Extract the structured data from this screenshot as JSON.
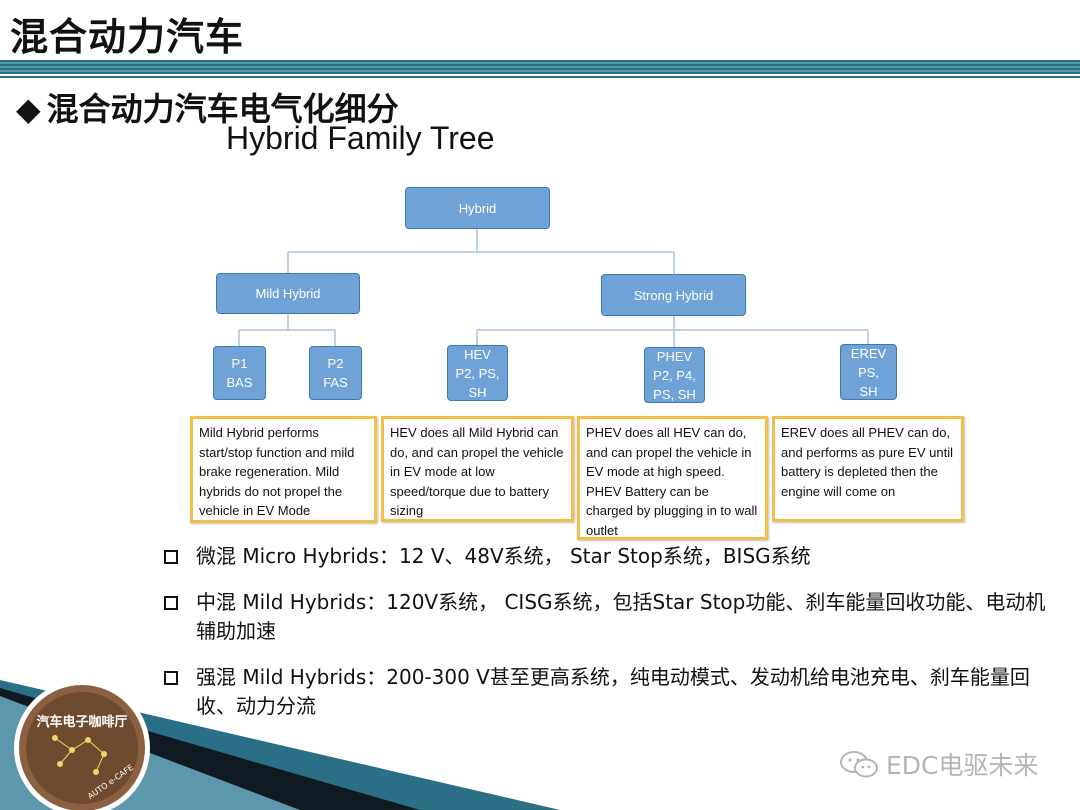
{
  "page": {
    "title": "混合动力汽车",
    "subtitle": "混合动力汽车电气化细分",
    "bullet_marker": "◆"
  },
  "tree": {
    "title": "Hybrid Family Tree",
    "root": "Hybrid",
    "mild": "Mild Hybrid",
    "strong": "Strong Hybrid",
    "leaves": {
      "p1": "P1\nBAS",
      "p2": "P2\nFAS",
      "hev": "HEV\nP2, PS,\nSH",
      "phev": "PHEV\nP2, P4,\nPS, SH",
      "erev": "EREV\nPS,\nSH"
    },
    "descriptions": {
      "mild": "Mild Hybrid performs start/stop function and mild brake regeneration. Mild hybrids do not propel the vehicle in EV Mode",
      "hev": "HEV does all Mild Hybrid can do, and can propel the vehicle in EV mode at low speed/torque due to battery sizing",
      "phev": "PHEV does all HEV can do, and can propel the vehicle in EV mode at high speed. PHEV Battery can be charged by plugging in to wall outlet",
      "erev": "EREV does all PHEV can do, and performs as pure EV until battery is depleted then the engine will come on"
    },
    "colors": {
      "node_fill": "#6fa3d8",
      "node_border": "#3e78b4",
      "desc_border": "#f0c04a",
      "line": "#a8c4e2"
    }
  },
  "bullets": [
    "微混 Micro Hybrids：12 V、48V系统， Star Stop系统，BISG系统",
    "中混 Mild Hybrids：120V系统， CISG系统，包括Star Stop功能、刹车能量回收功能、电动机辅助加速",
    "强混 Mild Hybrids：200-300 V甚至更高系统，纯电动模式、发动机给电池充电、刹车能量回收、动力分流"
  ],
  "footer": {
    "logo_text": "汽车电子咖啡厅",
    "logo_sub": "AUTO e-CAFE",
    "watermark": "EDC电驱未来",
    "watermark_icon": "wechat-icon"
  }
}
